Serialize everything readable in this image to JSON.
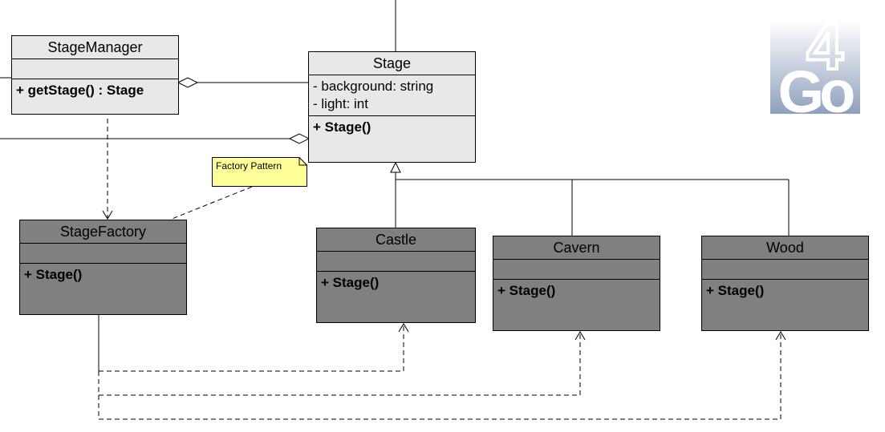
{
  "classes": {
    "stage_manager": {
      "name": "StageManager",
      "attributes": [],
      "operations": [
        "+ getStage() : Stage"
      ]
    },
    "stage": {
      "name": "Stage",
      "attributes": [
        "- background: string",
        "- light: int"
      ],
      "operations": [
        "+ Stage()"
      ]
    },
    "stage_factory": {
      "name": "StageFactory",
      "attributes": [],
      "operations": [
        "+ Stage()"
      ]
    },
    "castle": {
      "name": "Castle",
      "attributes": [],
      "operations": [
        "+ Stage()"
      ]
    },
    "cavern": {
      "name": "Cavern",
      "attributes": [],
      "operations": [
        "+ Stage()"
      ]
    },
    "wood": {
      "name": "Wood",
      "attributes": [],
      "operations": [
        "+ Stage()"
      ]
    }
  },
  "note": {
    "text": "Factory Pattern"
  },
  "logo": {
    "text_digit": "4",
    "text_letters": "Go"
  },
  "colors": {
    "light_class": "#e8e8e8",
    "dark_class": "#808080",
    "note_fill": "#ffff99",
    "logo_gradient_top": "#ffffff",
    "logo_gradient_bottom": "#8fa0bd"
  }
}
